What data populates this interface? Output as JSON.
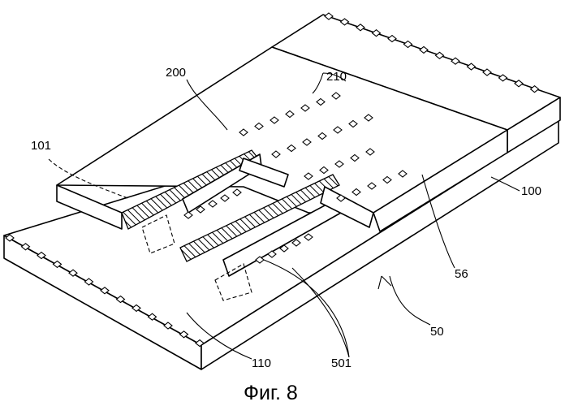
{
  "figure": {
    "caption": "Фиг. 8",
    "labels": {
      "l200": "200",
      "l210": "210",
      "l101": "101",
      "l100": "100",
      "l56": "56",
      "l50": "50",
      "l110": "110",
      "l501": "501"
    }
  }
}
